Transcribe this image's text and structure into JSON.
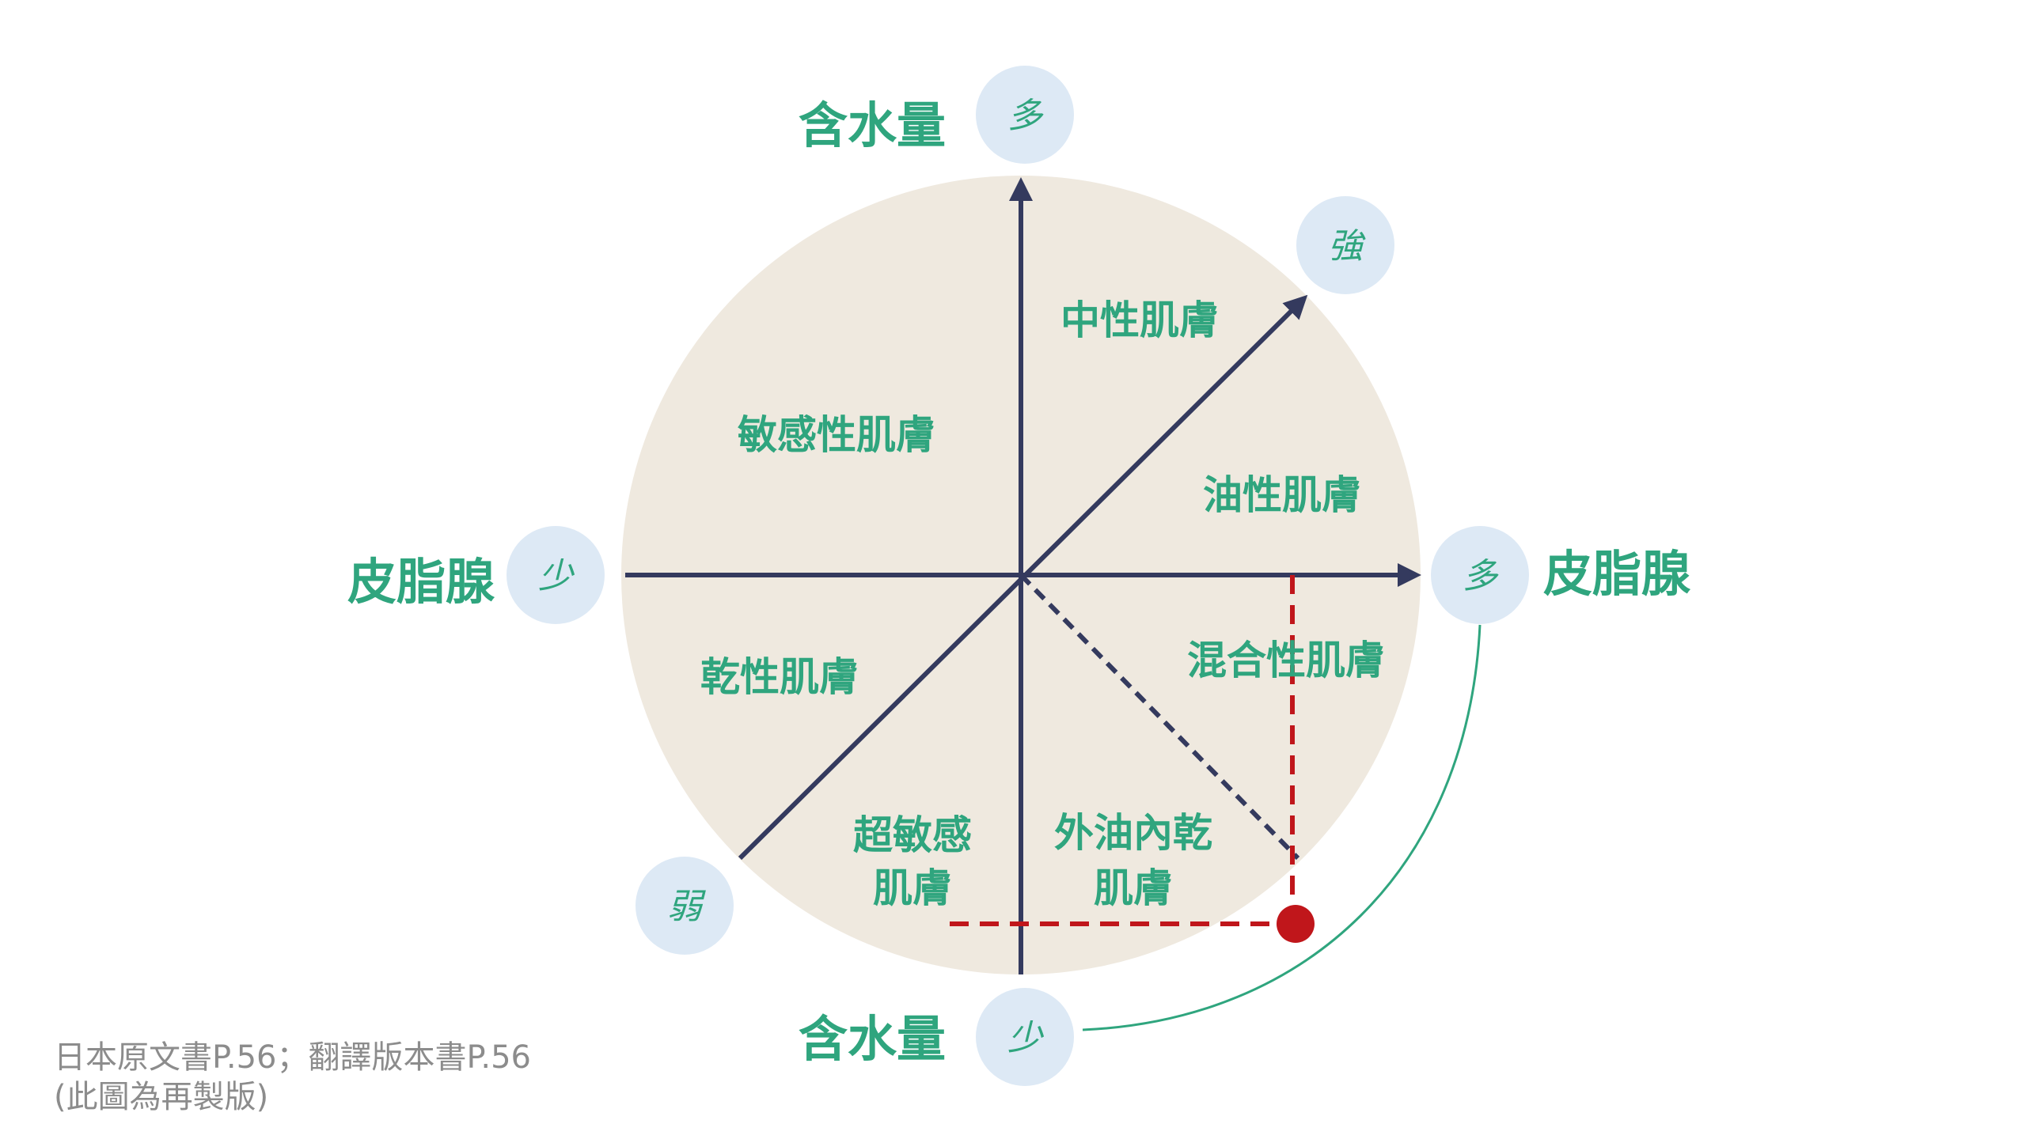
{
  "colors": {
    "background": "#ffffff",
    "disk": "#efe9df",
    "axis": "#343a5e",
    "label_green": "#2fa57e",
    "bubble_fill": "#dde9f5",
    "marker_red": "#c0161b",
    "note_gray": "#8c8c8c"
  },
  "axes": {
    "vertical": {
      "label_top": "含水量",
      "value_top": "多",
      "label_bottom": "含水量",
      "value_bottom": "少"
    },
    "horizontal": {
      "label_left": "皮脂腺",
      "value_left": "少",
      "label_right": "皮脂腺",
      "value_right": "多"
    },
    "diagonal": {
      "value_upper_right": "強",
      "value_lower_left": "弱"
    }
  },
  "regions": {
    "neutral": "中性肌膚",
    "sensitive": "敏感性肌膚",
    "oily": "油性肌膚",
    "dry": "乾性肌膚",
    "combination": "混合性肌膚",
    "super_sensitive_line1": "超敏感",
    "super_sensitive_line2": "肌膚",
    "oily_outside_line1": "外油內乾",
    "oily_outside_line2": "肌膚"
  },
  "icons": {
    "marker": "red-dot-marker",
    "guide": "red-dashed-guide-lines",
    "connector": "green-curved-connector"
  },
  "note": {
    "line1": "日本原文書P.56；翻譯版本書P.56",
    "line2": "(此圖為再製版)"
  }
}
